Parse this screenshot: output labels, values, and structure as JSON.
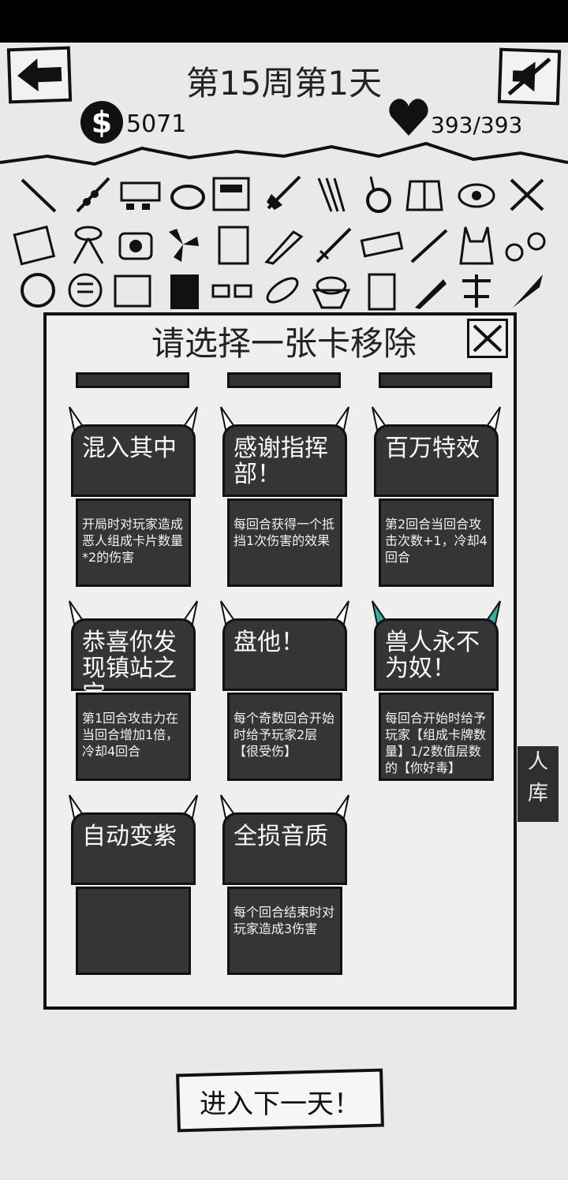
{
  "header": {
    "title": "第15周第1天",
    "money": "5071",
    "coin_symbol": "$",
    "hp": "393/393"
  },
  "bg_label": "人\n库",
  "panel": {
    "title": "请选择一张卡移除",
    "close_icon": "close-x-icon",
    "cards": [
      {
        "name": "混入其中",
        "desc": "开局时对玩家造成恶人组成卡片数量*2的伤害",
        "horn": "white"
      },
      {
        "name": "感谢指挥部！",
        "desc": "每回合获得一个抵挡1次伤害的效果",
        "horn": "white"
      },
      {
        "name": "百万特效",
        "desc": "第2回合当回合攻击次数+1，冷却4回合",
        "horn": "white"
      },
      {
        "name": "恭喜你发现镇站之宝",
        "desc": "第1回合攻击力在当回合增加1倍，冷却4回合",
        "horn": "white"
      },
      {
        "name": "盘他！",
        "desc": "每个奇数回合开始时给予玩家2层【很受伤】",
        "horn": "white"
      },
      {
        "name": "兽人永不为奴！",
        "desc": "每回合开始时给予玩家【组成卡牌数量】1/2数值层数的【你好毒】",
        "horn": "teal"
      },
      {
        "name": "自动变紫",
        "desc": "",
        "horn": "white"
      },
      {
        "name": "全损音质",
        "desc": "每个回合结束时对玩家造成3伤害",
        "horn": "white"
      }
    ]
  },
  "next_button": "进入下一天！",
  "colors": {
    "card": "#353535",
    "horn_white": "#ffffff",
    "horn_teal": "#2fb3a9"
  }
}
